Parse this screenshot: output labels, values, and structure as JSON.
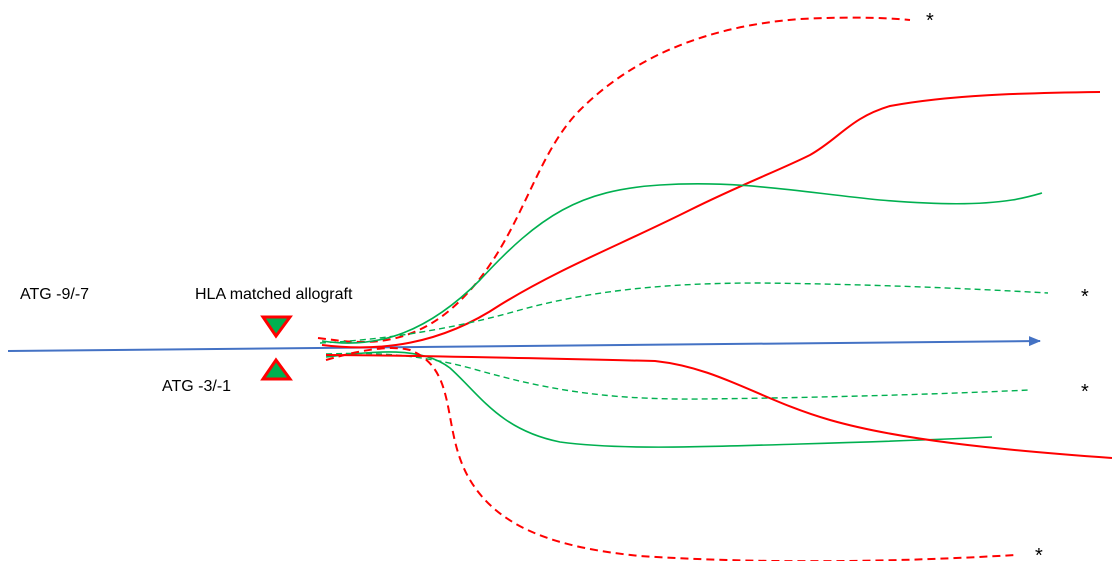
{
  "labels": {
    "pre_transplant": "ATG -9/-7",
    "transplant": "HLA matched allograft",
    "post_transplant": "ATG -3/-1"
  },
  "annotations": {
    "star_1": "*",
    "star_2": "*",
    "star_3": "*",
    "star_4": "*"
  },
  "colors": {
    "timeline_arrow": "#4472C4",
    "red_curves": "#FF0000",
    "green_curves": "#00B050",
    "marker_fill": "#00B050",
    "marker_border": "#FF0000"
  },
  "icons": {
    "transplant_marker_top": "down-triangle-icon",
    "transplant_marker_bottom": "up-triangle-icon"
  }
}
